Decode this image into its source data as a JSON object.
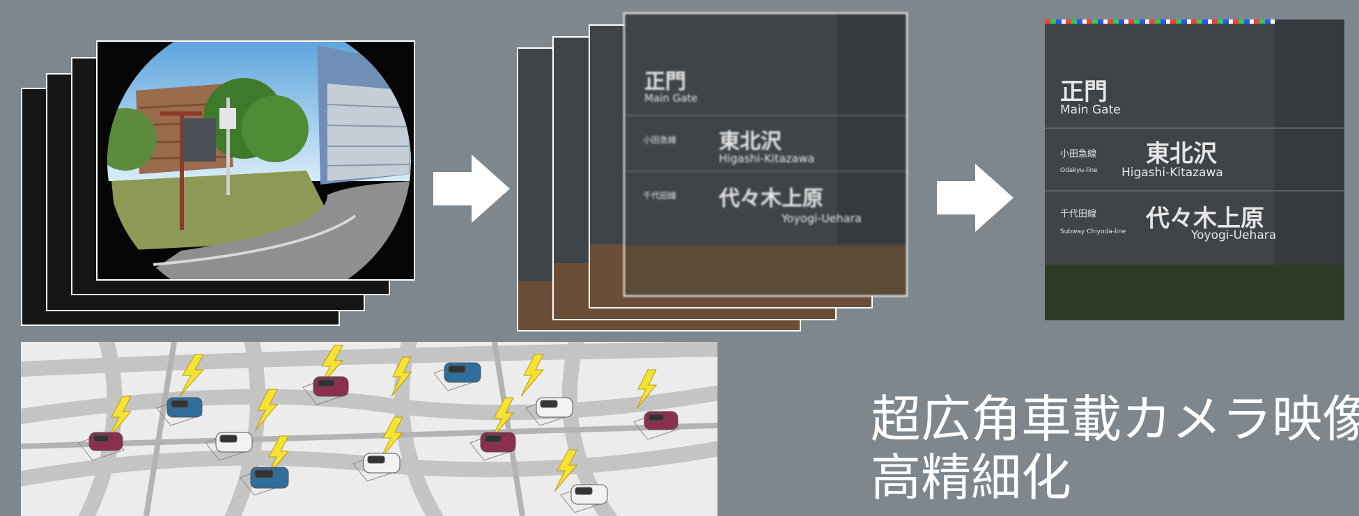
{
  "caption": {
    "line1": "超広角車載カメラ映像",
    "line2": "高精細化"
  },
  "sign": {
    "main_jp": "正門",
    "main_en": "Main Gate",
    "row2_small": "小田急線",
    "row2_small_en": "Odakyu-line",
    "row2_jp": "東北沢",
    "row2_en": "Higashi-Kitazawa",
    "row3_small": "千代田線",
    "row3_small_en": "Subway Chiyoda-line",
    "row3_jp": "代々木上原",
    "row3_en": "Yoyogi-Uehara"
  },
  "colors": {
    "background": "#7e878d",
    "arrow": "#ffffff",
    "sign": "#3f4448",
    "car_red": "#8b2e4f",
    "car_blue": "#2f6e9a",
    "car_white": "#f2f2f2",
    "lightning": "#f6e233"
  },
  "icons": {
    "arrow1": "right-arrow-icon",
    "arrow2": "right-arrow-icon",
    "lightning": "lightning-icon",
    "car": "car-icon"
  }
}
